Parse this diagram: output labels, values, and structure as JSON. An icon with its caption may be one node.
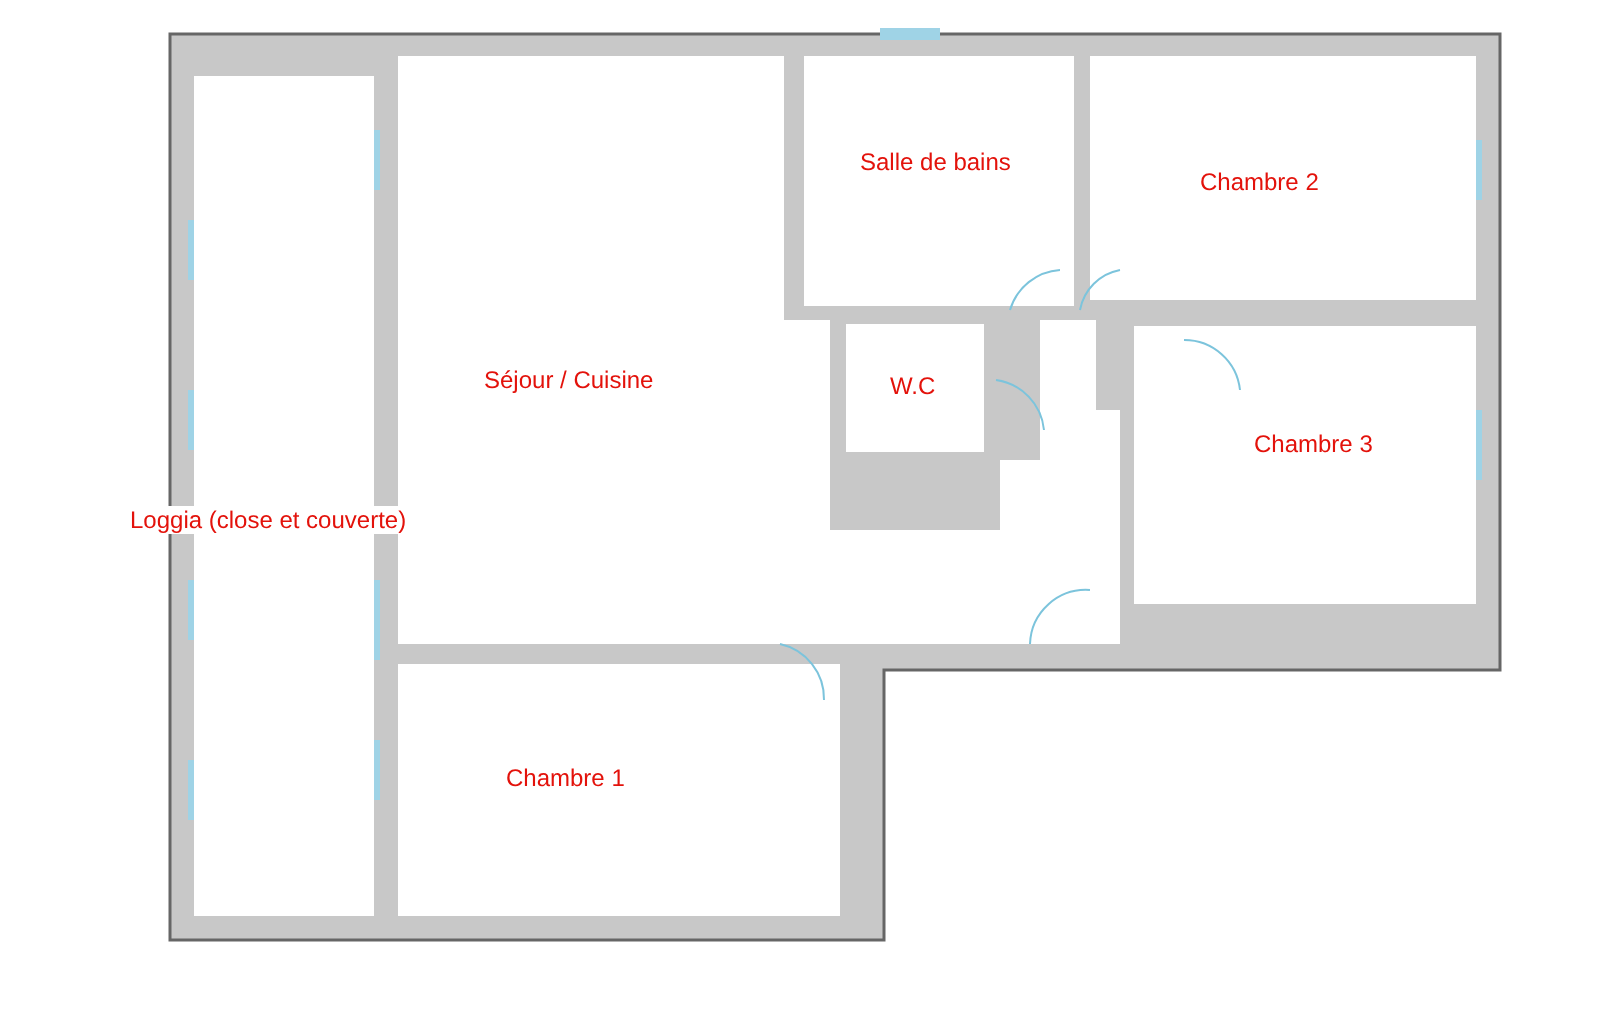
{
  "diagram": {
    "nodes": [
      {
        "text": [
          "Loggia (close et couverte)"
        ]
      },
      {
        "text": [
          "Séjour / Cuisine"
        ]
      },
      {
        "text": [
          "Salle de bains"
        ]
      },
      {
        "text": [
          "Chambre 2"
        ]
      },
      {
        "text": [
          "W.C"
        ]
      },
      {
        "text": [
          "Chambre 3"
        ]
      },
      {
        "text": [
          "Chambre 1"
        ]
      }
    ]
  }
}
